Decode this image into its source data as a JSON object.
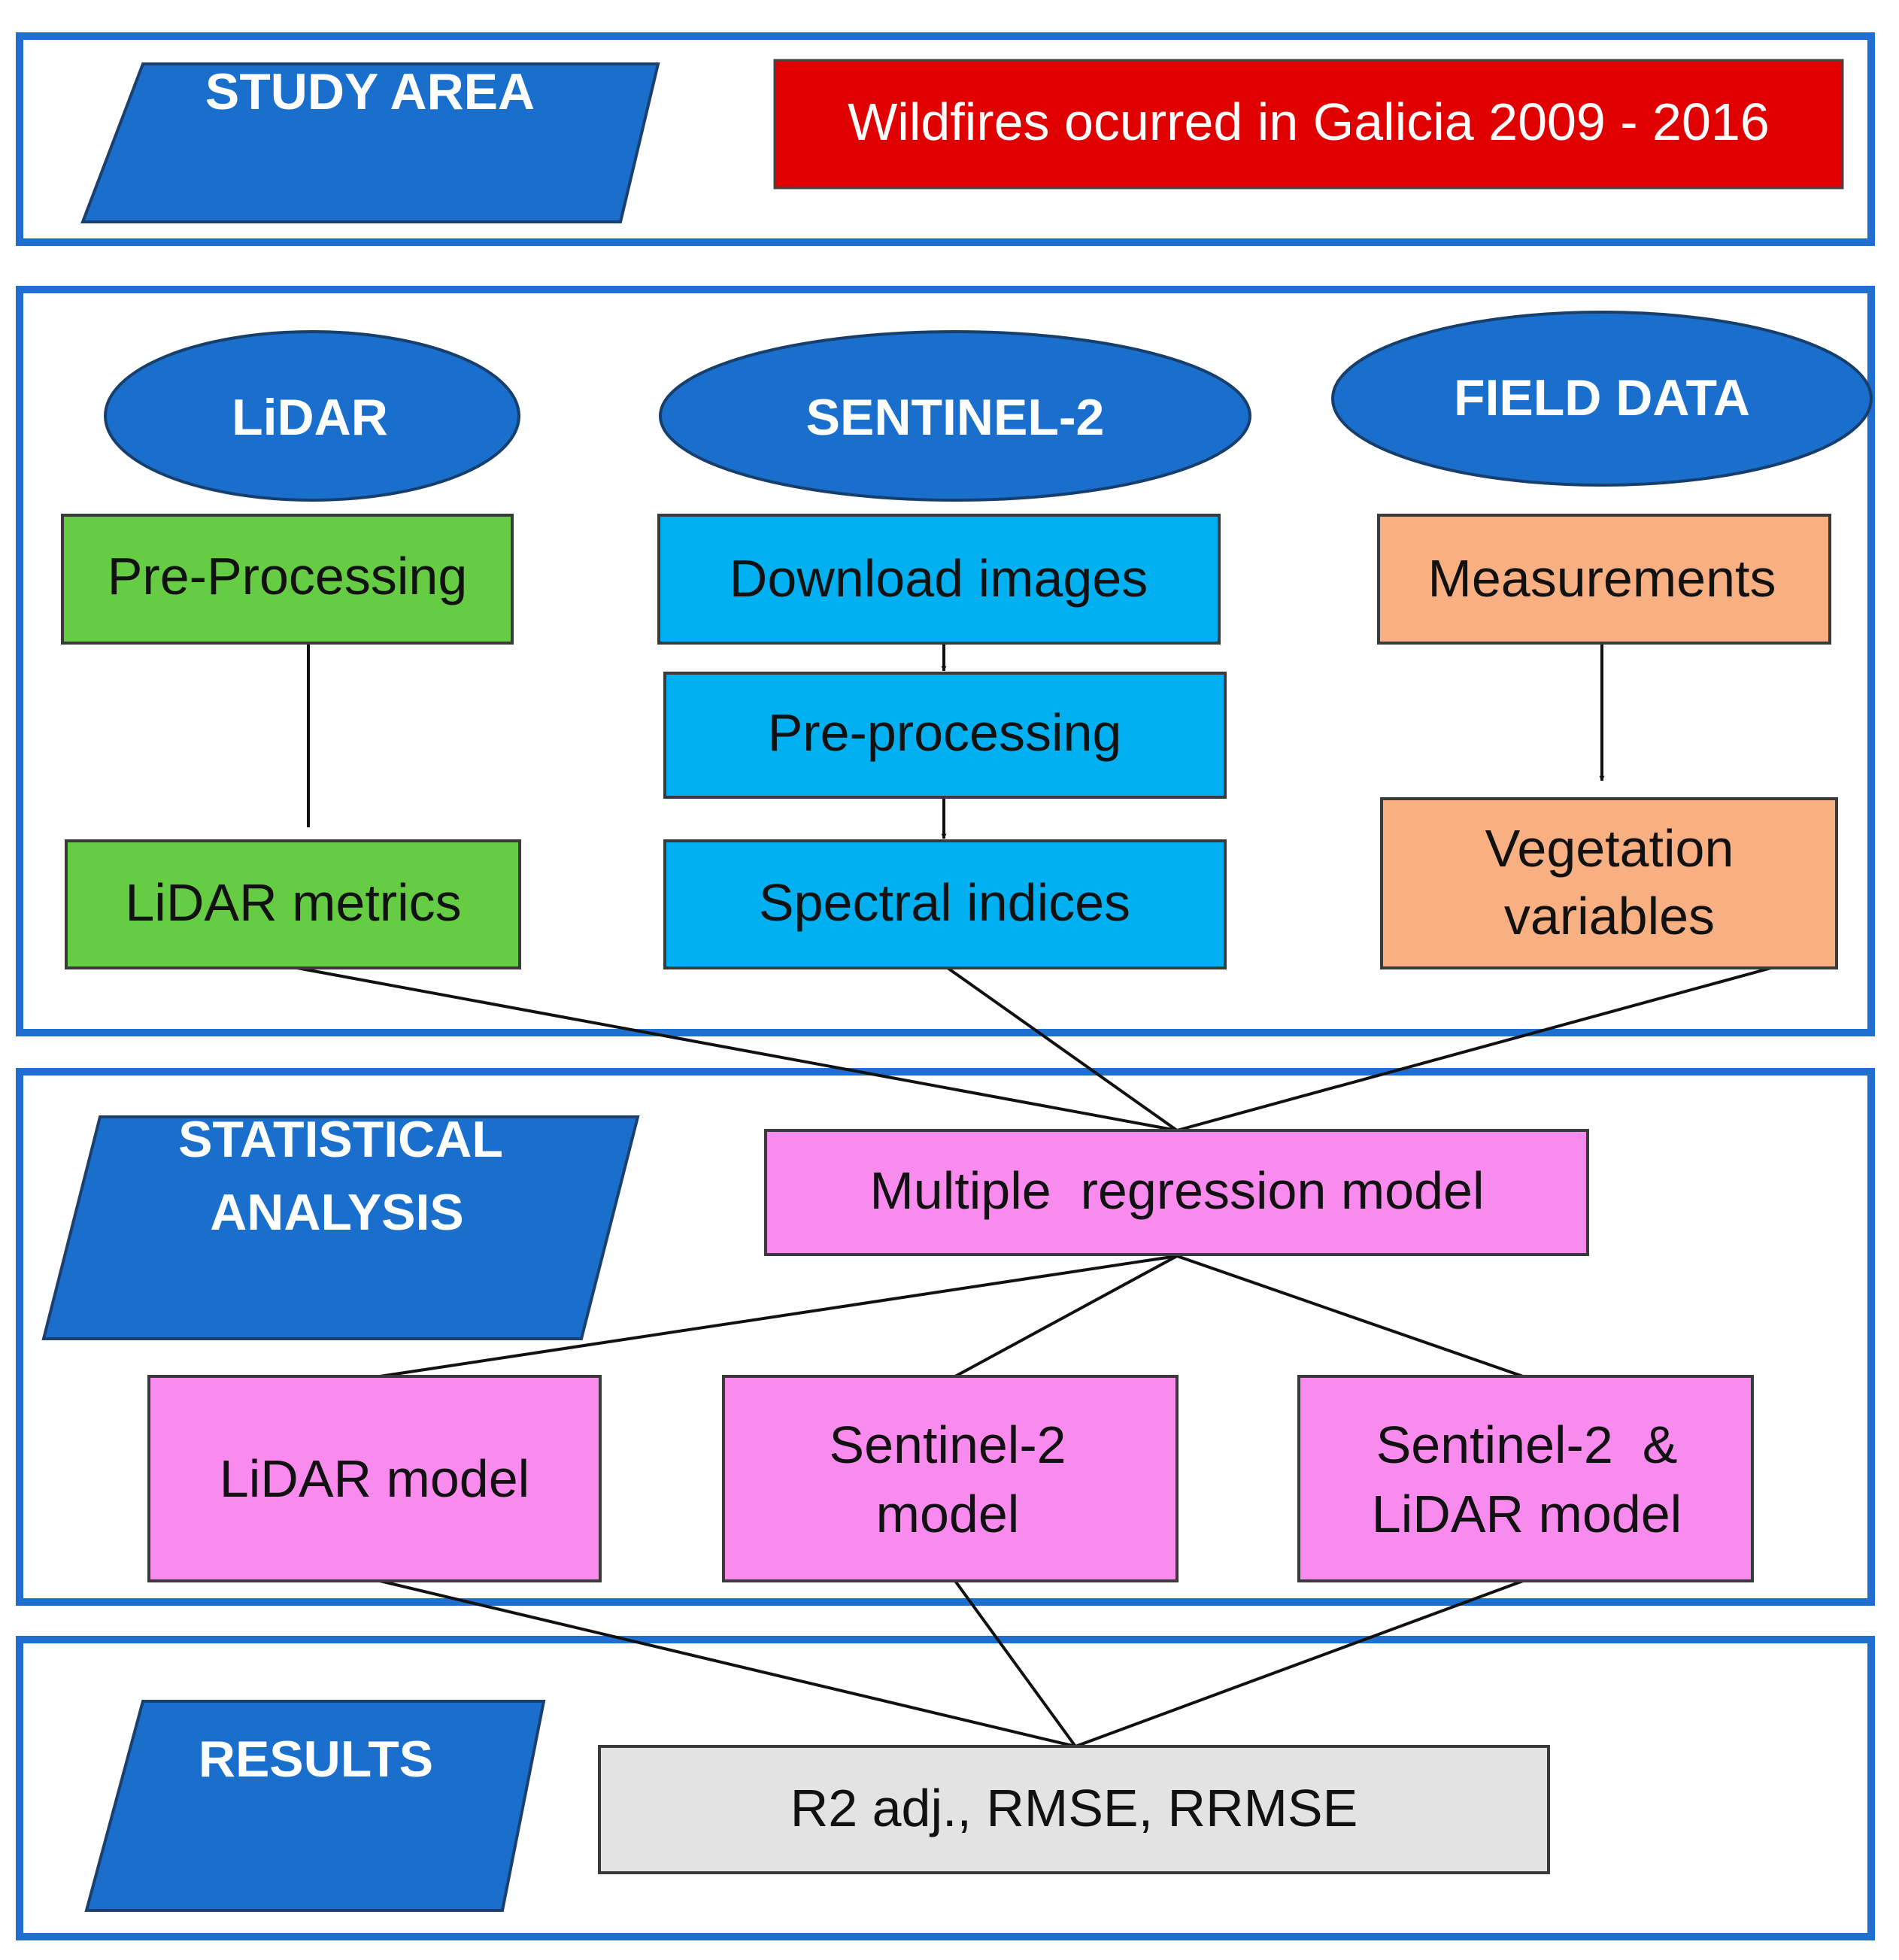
{
  "study_area": {
    "header": "STUDY AREA",
    "description": "Wildfires ocurred in Galicia 2009 - 2016"
  },
  "data_sources": {
    "lidar": {
      "title": "LiDAR",
      "step1": "Pre-Processing",
      "step2": "LiDAR metrics"
    },
    "sentinel": {
      "title": "SENTINEL-2",
      "step1": "Download images",
      "step2": "Pre-processing",
      "step3": "Spectral indices"
    },
    "field": {
      "title": "FIELD DATA",
      "step1": "Measurements",
      "step2_line1": "Vegetation",
      "step2_line2": "variables"
    }
  },
  "statistical_analysis": {
    "header_line1": "STATISTICAL",
    "header_line2": "ANALYSIS",
    "main_model": "Multiple  regression model",
    "lidar_model": "LiDAR model",
    "sentinel_model_line1": "Sentinel-2",
    "sentinel_model_line2": "model",
    "combined_model_line1": "Sentinel-2  &",
    "combined_model_line2": "LiDAR model"
  },
  "results": {
    "header": "RESULTS",
    "metrics": "R2 adj., RMSE, RRMSE"
  },
  "colors": {
    "section_border": "#1f6fd1",
    "header_fill": "#1a6fcc",
    "study_area_fill": "#e00000",
    "lidar_fill": "#66cc44",
    "sentinel_fill": "#00b0f0",
    "field_fill": "#f8b083",
    "model_fill": "#f98bef",
    "results_fill": "#e3e3e3"
  }
}
